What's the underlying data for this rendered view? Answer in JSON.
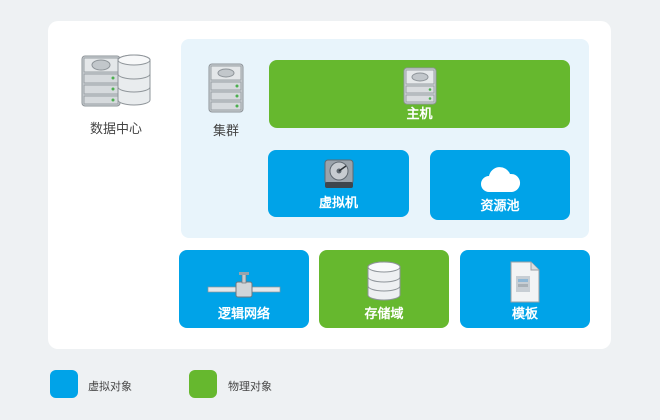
{
  "colors": {
    "virtual": "#00a3e8",
    "physical": "#66b82e",
    "cluster_bg": "#e8f4fb",
    "panel_bg": "#ffffff",
    "page_bg": "#eef1f3"
  },
  "datacenter": {
    "label": "数据中心",
    "icon": "server-database-icon"
  },
  "cluster": {
    "label": "集群",
    "icon": "server-stack-icon"
  },
  "host": {
    "label": "主机",
    "icon": "host-server-icon",
    "kind": "physical"
  },
  "vm": {
    "label": "虚拟机",
    "icon": "vm-disk-icon",
    "kind": "virtual"
  },
  "resource_pool": {
    "label": "资源池",
    "icon": "cloud-icon",
    "kind": "virtual"
  },
  "logical_network": {
    "label": "逻辑网络",
    "icon": "network-pipe-icon",
    "kind": "virtual"
  },
  "storage_domain": {
    "label": "存储域",
    "icon": "database-icon",
    "kind": "physical"
  },
  "template": {
    "label": "模板",
    "icon": "template-document-icon",
    "kind": "virtual"
  },
  "legend": {
    "virtual_label": "虚拟对象",
    "physical_label": "物理对象"
  }
}
